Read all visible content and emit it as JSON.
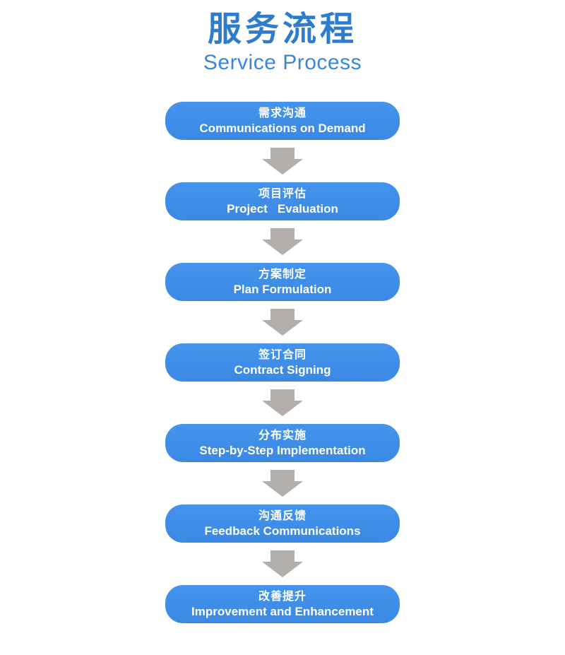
{
  "header": {
    "title": "服务流程",
    "subtitle": "Service Process"
  },
  "colors": {
    "title_blue": "#2E7CCF",
    "subtitle_blue": "#3A87D8",
    "box_blue": "#3E8EE9",
    "arrow_gray": "#B3AEA9",
    "text_white": "#FFFFFF"
  },
  "steps": [
    {
      "zh": "需求沟通",
      "en": "Communications on Demand"
    },
    {
      "zh": "项目评估",
      "en": "Project   Evaluation"
    },
    {
      "zh": "方案制定",
      "en": "Plan Formulation"
    },
    {
      "zh": "签订合同",
      "en": "Contract Signing"
    },
    {
      "zh": "分布实施",
      "en": "Step-by-Step Implementation"
    },
    {
      "zh": "沟通反馈",
      "en": "Feedback Communications"
    },
    {
      "zh": "改善提升",
      "en": "Improvement and Enhancement"
    }
  ]
}
